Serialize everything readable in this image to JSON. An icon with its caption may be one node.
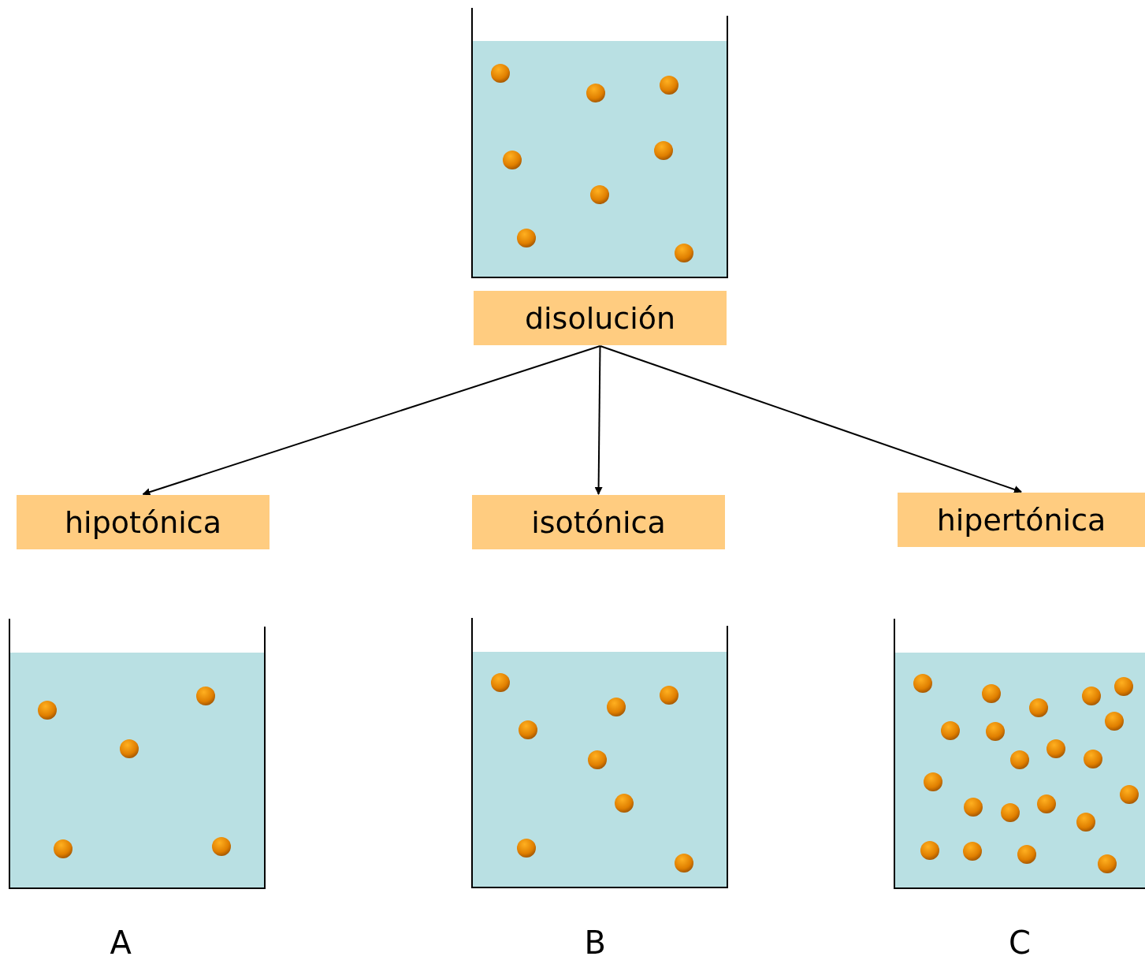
{
  "diagram": {
    "nodes": [
      {
        "text": [
          "disolución"
        ]
      },
      {
        "text": [
          "hipotónica"
        ]
      },
      {
        "text": [
          "isotónica"
        ]
      },
      {
        "text": [
          "hipertónica"
        ]
      }
    ],
    "edges": [
      {
        "from": 0,
        "to": 1,
        "arrow": "to"
      },
      {
        "from": 0,
        "to": 2,
        "arrow": "to"
      },
      {
        "from": 0,
        "to": 3,
        "arrow": "to"
      }
    ],
    "labels": [
      "A",
      "B",
      "C"
    ]
  }
}
